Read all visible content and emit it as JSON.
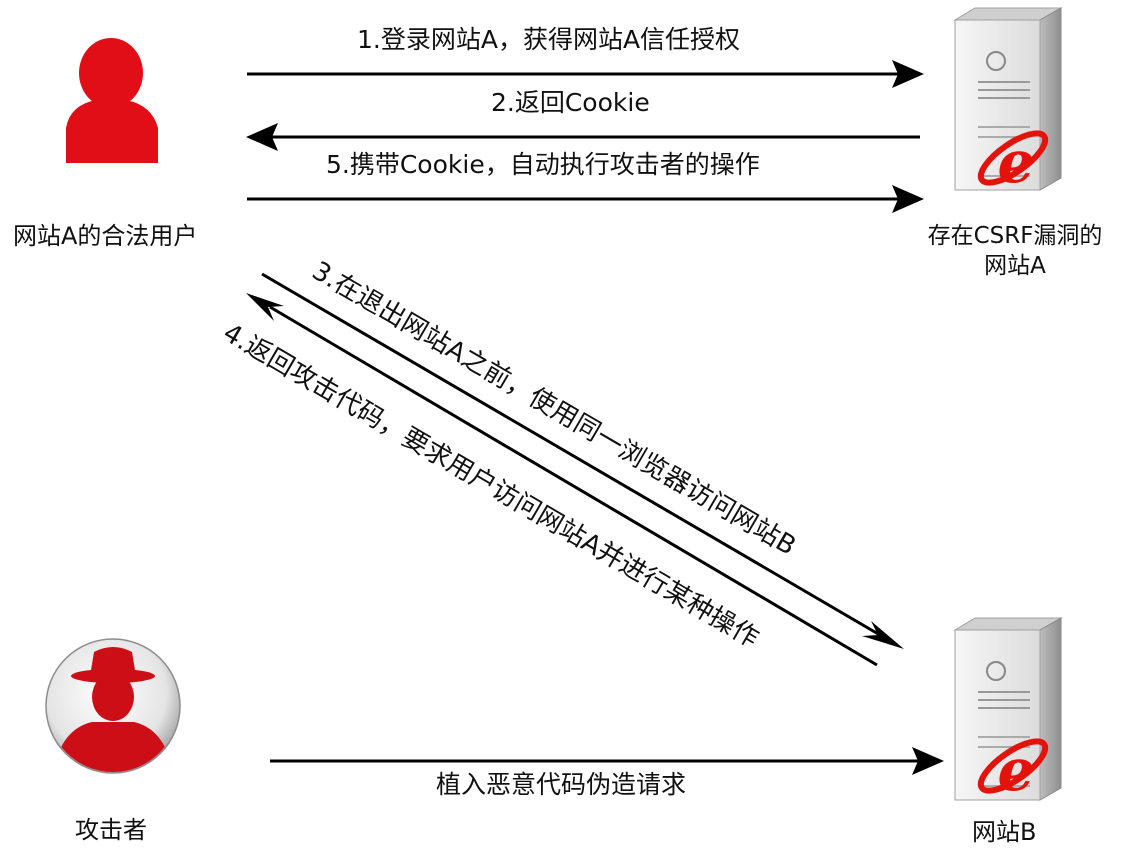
{
  "nodes": {
    "user": {
      "label": "网站A的合法用户",
      "icon": "user-icon"
    },
    "site_a": {
      "label_line1": "存在CSRF漏洞的",
      "label_line2": "网站A",
      "icon": "server-icon"
    },
    "attacker": {
      "label": "攻击者",
      "icon": "hacker-icon"
    },
    "site_b": {
      "label": "网站B",
      "icon": "server-icon"
    }
  },
  "steps": {
    "s1": "1.登录网站A，获得网站A信任授权",
    "s2": "2.返回Cookie",
    "s5": "5.携带Cookie，自动执行攻击者的操作",
    "s3": "3.在退出网站A之前，使用同一浏览器访问网站B",
    "s4": "4.返回攻击代码，要求用户访问网站A并进行某种操作",
    "plant": "植入恶意代码伪造请求"
  },
  "colors": {
    "accent": "#e10d17",
    "arrow": "#000000",
    "server": "#e6e6e6",
    "ie_logo": "#e3120b"
  }
}
